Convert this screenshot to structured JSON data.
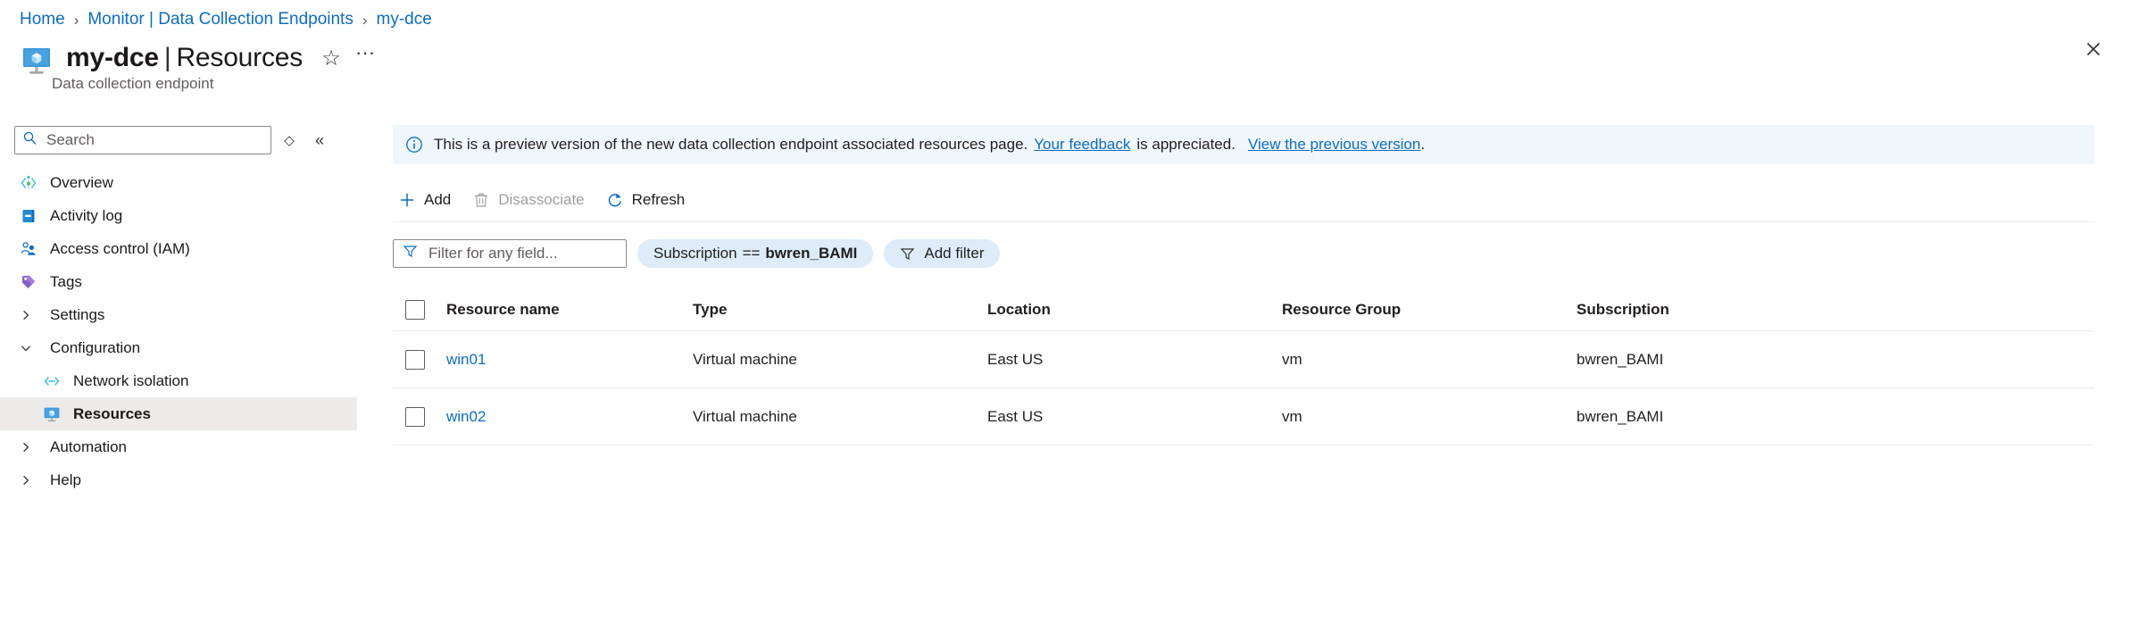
{
  "breadcrumb": [
    {
      "label": "Home"
    },
    {
      "label": "Monitor | Data Collection Endpoints"
    },
    {
      "label": "my-dce"
    }
  ],
  "breadcrumb_separator": "›",
  "header": {
    "resource_name": "my-dce",
    "separator": "|",
    "page_name": "Resources",
    "subtitle": "Data collection endpoint",
    "favorite_glyph": "☆",
    "ellipsis_glyph": "···",
    "close_glyph": "✕"
  },
  "sidebar": {
    "search": {
      "placeholder": "Search",
      "value": ""
    },
    "sort_glyph": "◇",
    "collapse_glyph": "«",
    "items": [
      {
        "label": "Overview",
        "icon": "overview-icon",
        "type": "leaf",
        "selected": false
      },
      {
        "label": "Activity log",
        "icon": "activity-log-icon",
        "type": "leaf",
        "selected": false
      },
      {
        "label": "Access control (IAM)",
        "icon": "access-control-icon",
        "type": "leaf",
        "selected": false
      },
      {
        "label": "Tags",
        "icon": "tags-icon",
        "type": "leaf",
        "selected": false
      },
      {
        "label": "Settings",
        "icon": "chevron-right-icon",
        "type": "group",
        "expanded": false,
        "selected": false
      },
      {
        "label": "Configuration",
        "icon": "chevron-down-icon",
        "type": "group",
        "expanded": true,
        "selected": false
      },
      {
        "label": "Network isolation",
        "icon": "network-isolation-icon",
        "type": "child",
        "selected": false
      },
      {
        "label": "Resources",
        "icon": "resources-icon",
        "type": "child",
        "selected": true
      },
      {
        "label": "Automation",
        "icon": "chevron-right-icon",
        "type": "group",
        "expanded": false,
        "selected": false
      },
      {
        "label": "Help",
        "icon": "chevron-right-icon",
        "type": "group",
        "expanded": false,
        "selected": false
      }
    ]
  },
  "banner": {
    "text_before": "This is a preview version of the new data collection endpoint associated resources page.",
    "link1": "Your feedback",
    "text_middle": "is appreciated.",
    "link2": "View the previous version",
    "text_after": ".",
    "icon": "info-icon",
    "background": "#eff6fc"
  },
  "toolbar": {
    "add_label": "Add",
    "disassociate_label": "Disassociate",
    "refresh_label": "Refresh",
    "disassociate_disabled": true
  },
  "filters": {
    "search_placeholder": "Filter for any field...",
    "search_value": "",
    "active_filter": {
      "field": "Subscription",
      "operator": "==",
      "value": "bwren_BAMI"
    },
    "add_filter_label": "Add filter"
  },
  "table": {
    "columns": [
      "Resource name",
      "Type",
      "Location",
      "Resource Group",
      "Subscription"
    ],
    "rows": [
      {
        "name": "win01",
        "type": "Virtual machine",
        "location": "East US",
        "resource_group": "vm",
        "subscription": "bwren_BAMI",
        "selected": false
      },
      {
        "name": "win02",
        "type": "Virtual machine",
        "location": "East US",
        "resource_group": "vm",
        "subscription": "bwren_BAMI",
        "selected": false
      }
    ]
  },
  "colors": {
    "accent": "#0f6cbd",
    "link": "#0f6cbd",
    "banner_bg": "#eff6fc",
    "pill_bg": "#deecf9",
    "selected_nav": "#edebe9"
  }
}
